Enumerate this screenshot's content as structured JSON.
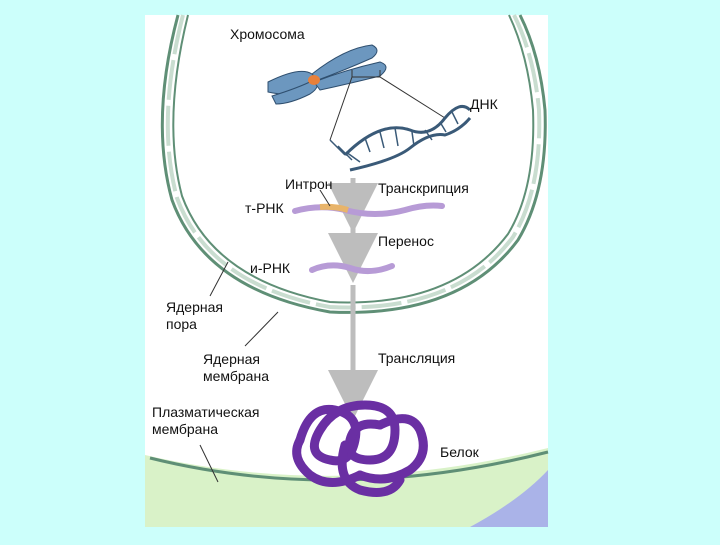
{
  "labels": {
    "chromosome": "Хромосома",
    "dna": "ДНК",
    "intron": "Интрон",
    "transcription": "Транскрипция",
    "t_rna": "т-РНК",
    "transport": "Перенос",
    "m_rna": "и-РНК",
    "nuclear_pore_1": "Ядерная",
    "nuclear_pore_2": "пора",
    "nuclear_membrane_1": "Ядерная",
    "nuclear_membrane_2": "мембрана",
    "translation": "Трансляция",
    "plasma_membrane_1": "Плазматическая",
    "plasma_membrane_2": "мембрана",
    "protein": "Белок"
  },
  "colors": {
    "background": "#ccfffb",
    "panel": "#ffffff",
    "nucleus_outline": "#5f8f76",
    "nucleus_fill": "#c9ddd0",
    "chromosome": "#6c97bf",
    "rna": "#b79bd6",
    "intron_segment": "#e8b46a",
    "protein": "#6a2fa3",
    "cytoplasm_green": "#d9f2c8",
    "cytoplasm_blue": "#aab3e8"
  }
}
